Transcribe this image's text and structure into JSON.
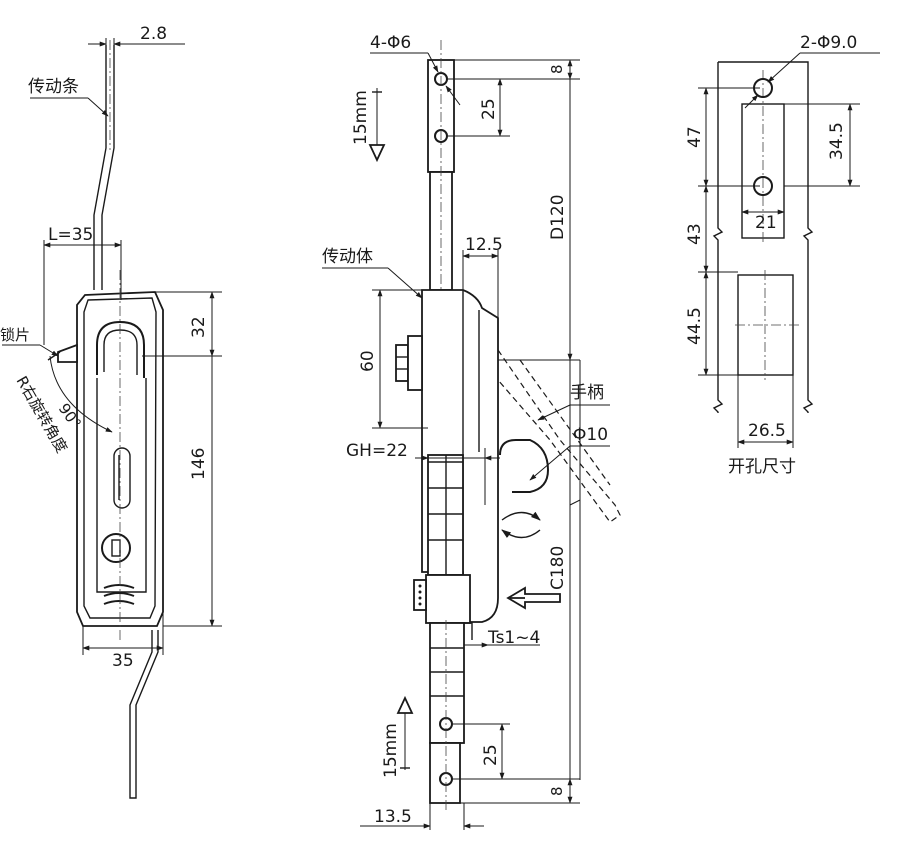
{
  "left_view": {
    "dim_rod_thickness": "2.8",
    "label_rod": "传动条",
    "dim_L": "L=35",
    "dim_top": "32",
    "label_lock_plate": "锁片",
    "dim_height": "146",
    "dim_width": "35",
    "angle_value": "90°",
    "label_rotation": "R右旋转角度"
  },
  "middle_view": {
    "dim_holes": "4-Φ6",
    "dim_top_8": "8",
    "dim_top_25": "25",
    "label_stroke_top": "15mm",
    "dim_D": "D120",
    "dim_12_5": "12.5",
    "label_body": "传动体",
    "dim_60": "60",
    "label_handle": "手柄",
    "dim_phi10": "Φ10",
    "dim_GH": "GH=22",
    "dim_C": "C180",
    "dim_Ts": "Ts1~4",
    "label_stroke_bottom": "15mm",
    "dim_bottom_25": "25",
    "dim_bottom_8": "8",
    "dim_13_5": "13.5"
  },
  "right_view": {
    "dim_holes": "2-Φ9.0",
    "dim_47": "47",
    "dim_34_5": "34.5",
    "dim_21": "21",
    "dim_43": "43",
    "dim_44_5": "44.5",
    "dim_26_5": "26.5",
    "label_cutout": "开孔尺寸"
  }
}
